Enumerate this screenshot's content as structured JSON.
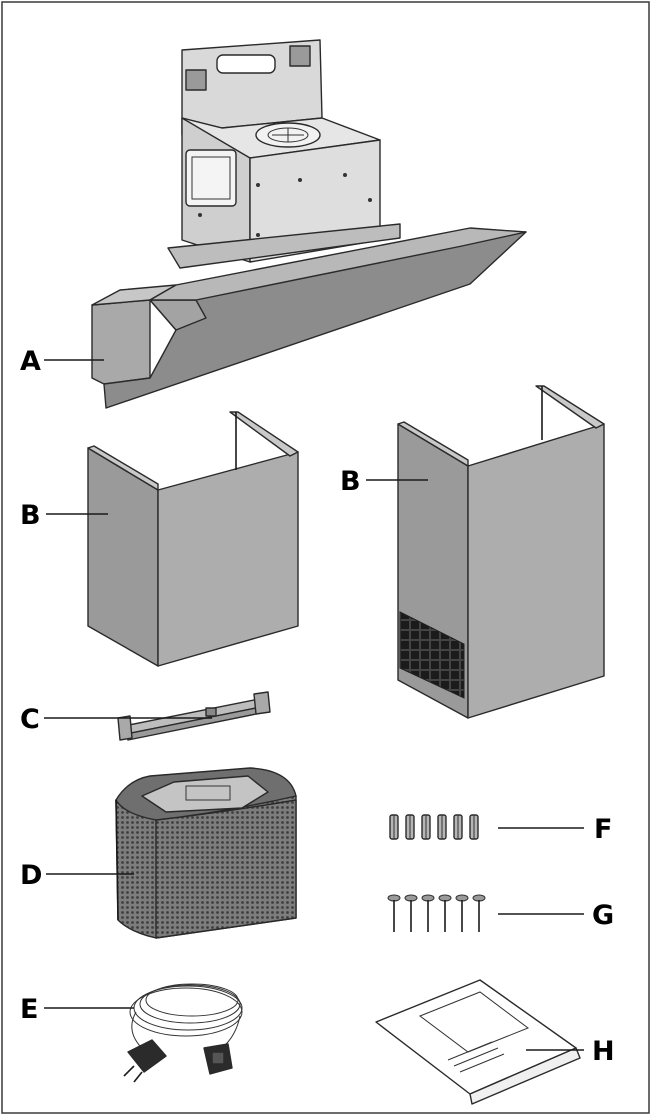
{
  "labels": {
    "a": "A",
    "b_left": "B",
    "b_right": "B",
    "c": "C",
    "d": "D",
    "e": "E",
    "f": "F",
    "g": "G",
    "h": "H"
  },
  "icons": [
    "range-hood-body-illustration",
    "short-chimney-cover-illustration",
    "tall-chimney-cover-illustration",
    "mounting-bracket-illustration",
    "carbon-filter-illustration",
    "power-cable-illustration",
    "wall-plug-illustration",
    "screw-illustration",
    "instruction-manual-illustration"
  ]
}
